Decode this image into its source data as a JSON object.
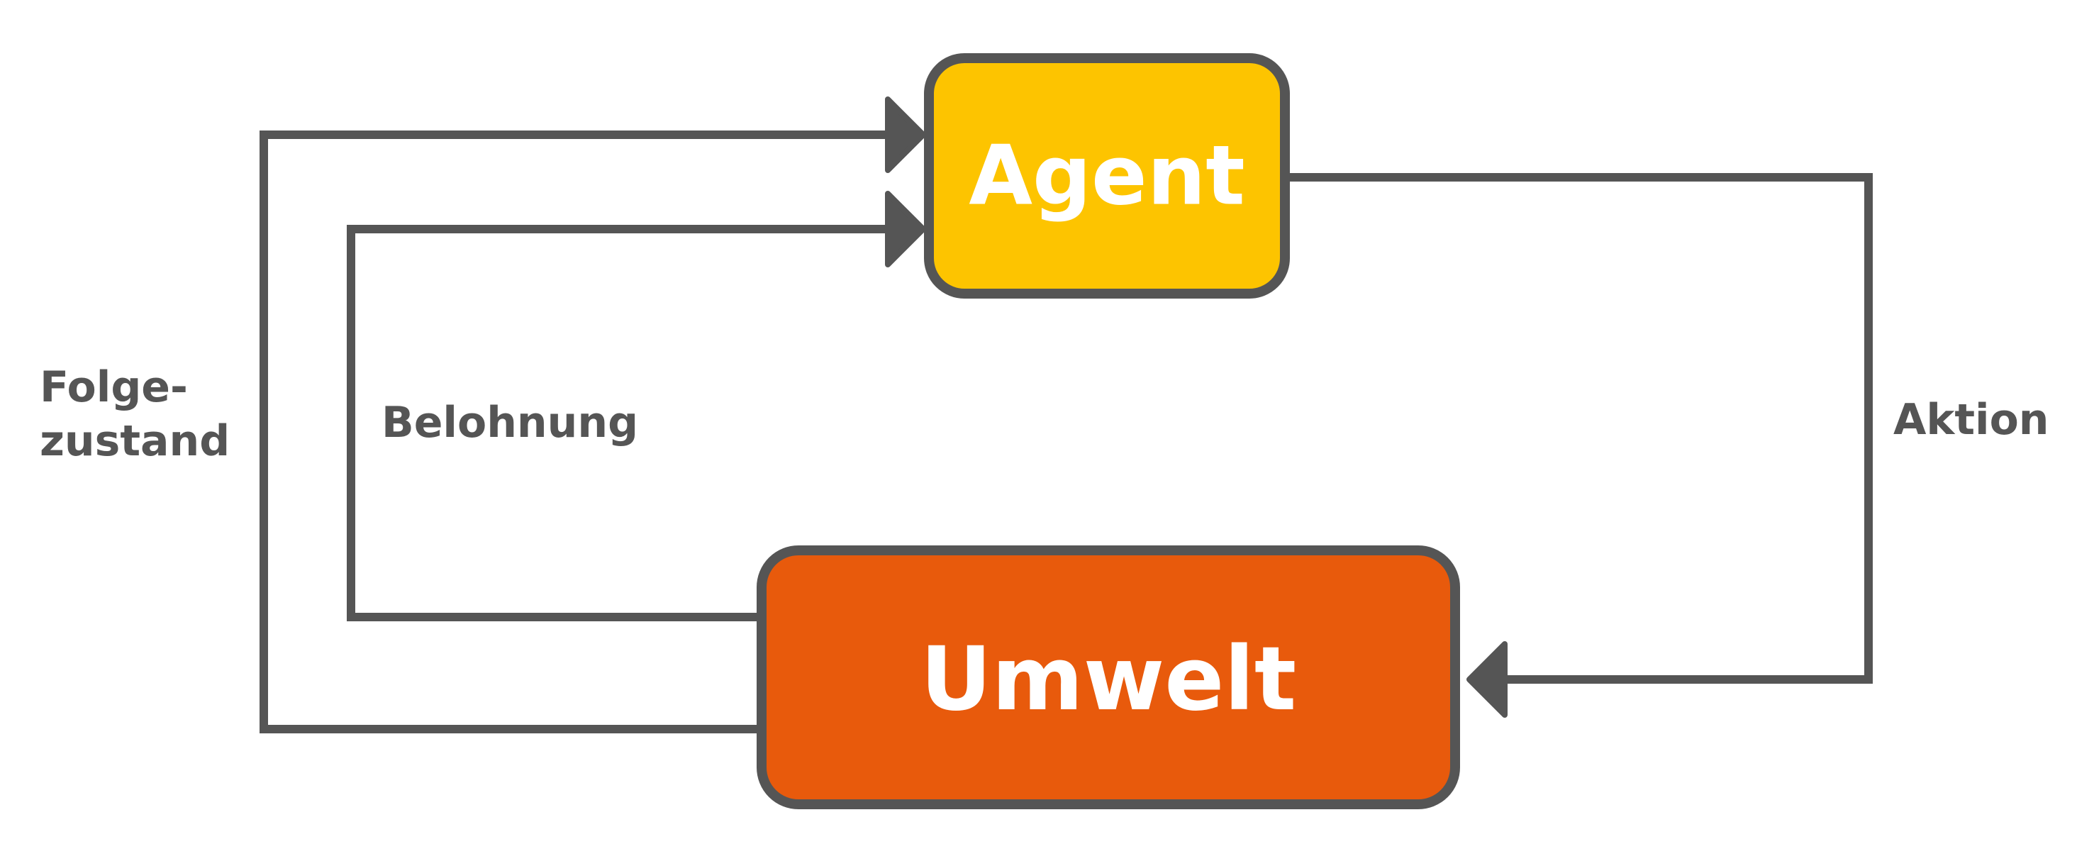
{
  "nodes": {
    "agent": {
      "label": "Agent",
      "fill": "#FDC400"
    },
    "environment": {
      "label": "Umwelt",
      "fill": "#E85A0C"
    }
  },
  "edges": {
    "action": {
      "label": "Aktion"
    },
    "reward": {
      "label": "Belohnung"
    },
    "next_state": {
      "label_line1": "Folge-",
      "label_line2": "zustand"
    }
  },
  "colors": {
    "stroke": "#555555",
    "text_light": "#ffffff",
    "text_dark": "#555555"
  }
}
